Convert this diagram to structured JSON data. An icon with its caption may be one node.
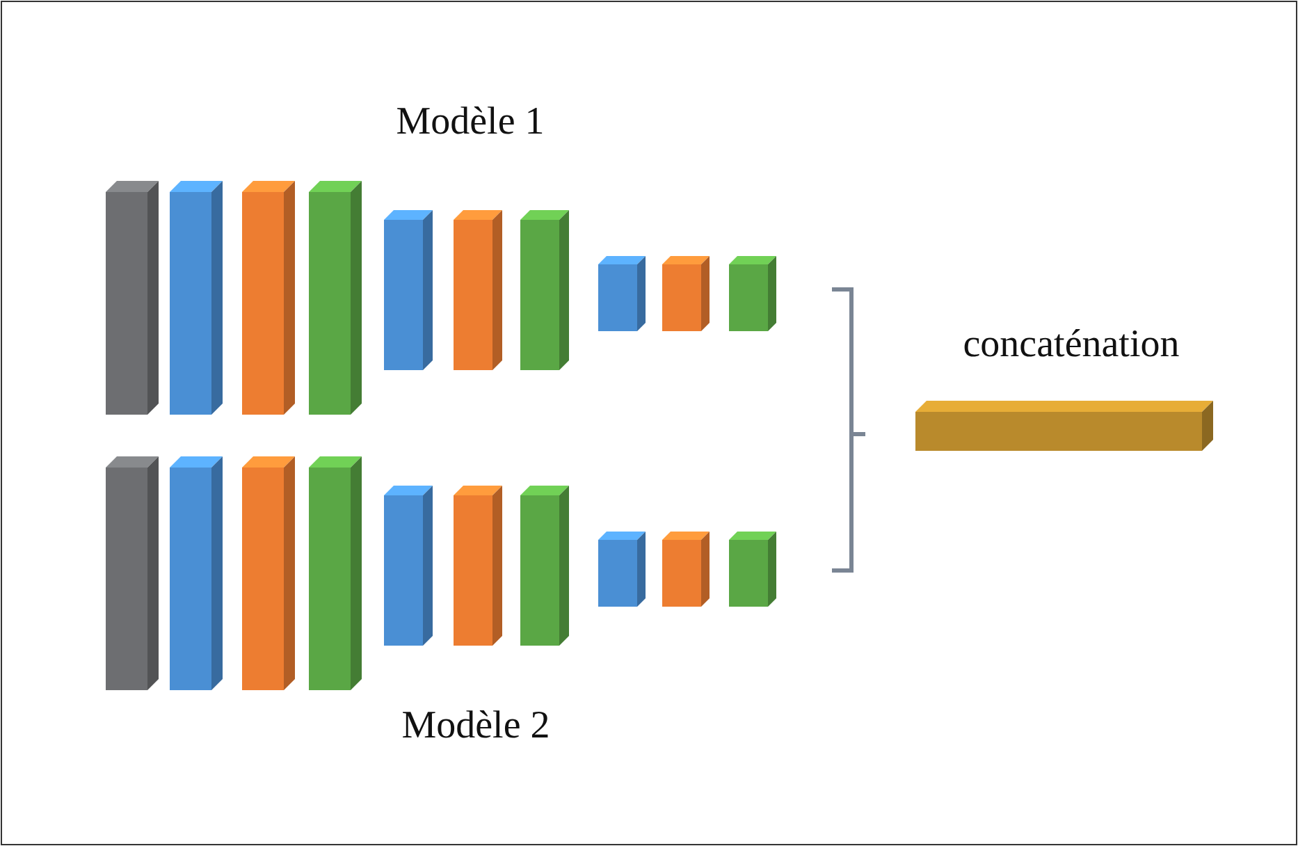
{
  "diagram": {
    "labels": [
      "Modèle 1",
      "concaténation",
      "Modèle 2"
    ]
  }
}
